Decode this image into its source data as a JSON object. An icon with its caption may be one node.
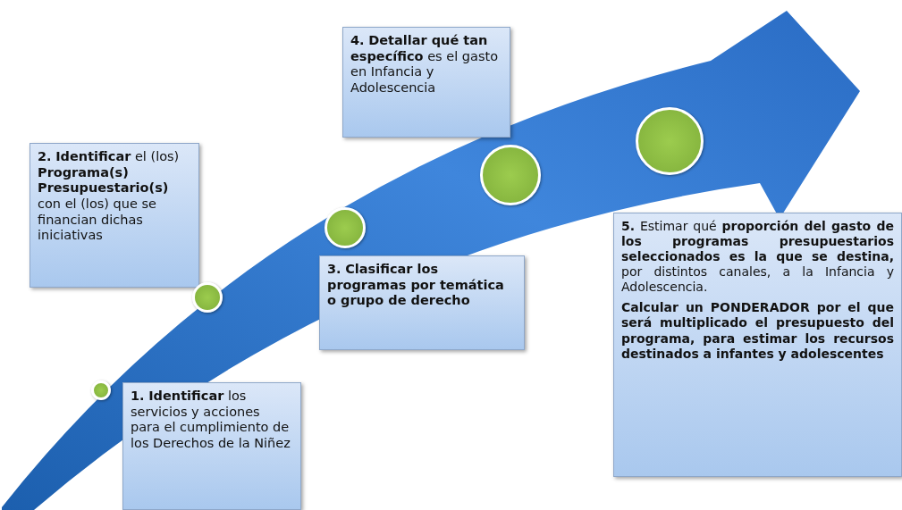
{
  "diagram": {
    "nodes": [
      {
        "text": [
          "**1.** **Identificar** los servicios y acciones para el cumplimiento de los Derechos de la Niñez"
        ]
      },
      {
        "text": [
          "**2.** **Identificar** el (los) **Programa(s) Presupuestario(s)** con el (los) que se financian dichas iniciativas"
        ]
      },
      {
        "text": [
          "**3.** **Clasificar los programas por temática o grupo de derecho**"
        ]
      },
      {
        "text": [
          "**4.** **Detallar qué tan específico** es el gasto en Infancia y Adolescencia"
        ]
      },
      {
        "text": [
          "**5.** Estimar qué **proporción del gasto de los programas presupuestarios seleccionados es la que se destina,** por distintos canales, a la Infancia y Adolescencia.",
          "Calcular un PONDERADOR por el que será multiplicado el presupuesto del programa, para estimar los recursos destinados a infantes y adolescentes"
        ]
      },
      {
        "text": [],
        "shape": "circle"
      },
      {
        "text": [],
        "shape": "circle"
      },
      {
        "text": [],
        "shape": "circle"
      },
      {
        "text": [],
        "shape": "circle"
      },
      {
        "text": [],
        "shape": "circle"
      }
    ]
  }
}
